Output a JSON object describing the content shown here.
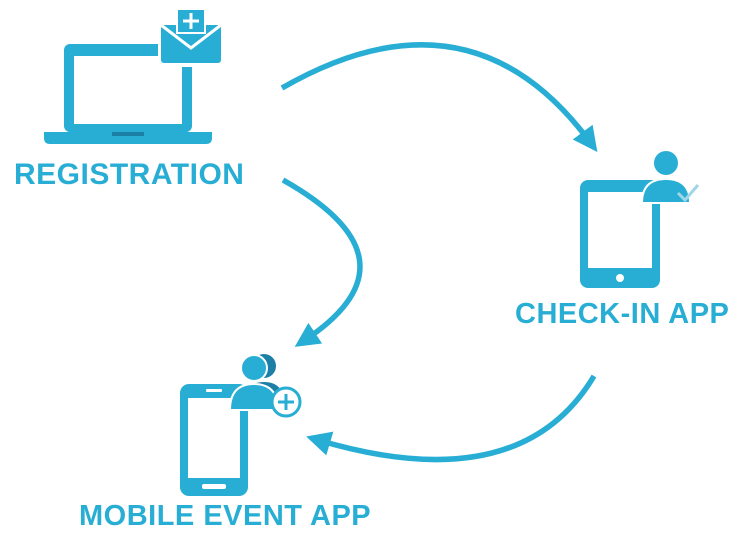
{
  "colors": {
    "primary": "#28aed4",
    "dark": "#1c7fa6",
    "background": "#ffffff"
  },
  "nodes": {
    "registration": {
      "label": "REGISTRATION",
      "icons": [
        "laptop-icon",
        "envelope-plus-icon"
      ]
    },
    "checkin": {
      "label": "CHECK-IN APP",
      "icons": [
        "tablet-icon",
        "user-check-icon"
      ]
    },
    "mobile_event": {
      "label": "MOBILE EVENT APP",
      "icons": [
        "phone-icon",
        "users-plus-icon"
      ]
    }
  },
  "edges": [
    {
      "from": "registration",
      "to": "checkin"
    },
    {
      "from": "registration",
      "to": "mobile_event"
    },
    {
      "from": "checkin",
      "to": "mobile_event"
    }
  ]
}
